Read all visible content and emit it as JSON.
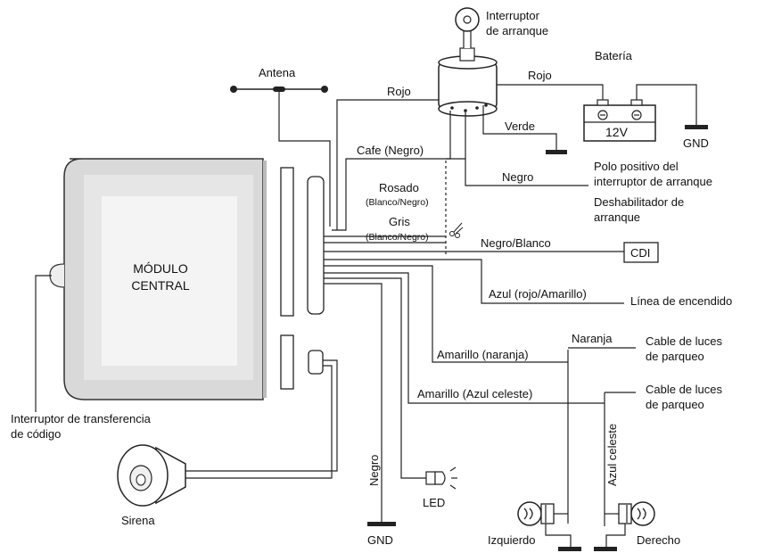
{
  "labels": {
    "ignition_switch_line1": "Interruptor",
    "ignition_switch_line2": "de arranque",
    "battery": "Batería",
    "battery_voltage": "12V",
    "antenna": "Antena",
    "wire_rojo_antenna": "Rojo",
    "wire_rojo_battery": "Rojo",
    "wire_verde": "Verde",
    "wire_cafe": "Cafe (Negro)",
    "wire_negro_ignition": "Negro",
    "polo_line1": "Polo positivo del",
    "polo_line2": "interruptor de arranque",
    "deshab_line1": "Deshabilitador de",
    "deshab_line2": "arranque",
    "rosado": "Rosado",
    "rosado_sub": "(Blanco/Negro)",
    "gris": "Gris",
    "gris_sub": "(Blanco/Negro)",
    "negro_blanco": "Negro/Blanco",
    "cdi": "CDI",
    "azul": "Azul (rojo/Amarillo)",
    "linea_encendido": "Línea de encendido",
    "naranja": "Naranja",
    "amarillo_naranja": "Amarillo (naranja)",
    "amarillo_azul": "Amarillo (Azul celeste)",
    "cable_luces_1_line1": "Cable de luces",
    "cable_luces_1_line2": "de parqueo",
    "cable_luces_2_line1": "Cable de luces",
    "cable_luces_2_line2": "de parqueo",
    "azul_celeste": "Azul celeste",
    "modulo_line1": "MÓDULO",
    "modulo_line2": "CENTRAL",
    "transfer_line1": "Interruptor de transferencia",
    "transfer_line2": "de código",
    "sirena": "Sirena",
    "negro_vertical": "Negro",
    "gnd_bottom": "GND",
    "gnd_right": "GND",
    "led": "LED",
    "izquierdo": "Izquierdo",
    "derecho": "Derecho"
  }
}
